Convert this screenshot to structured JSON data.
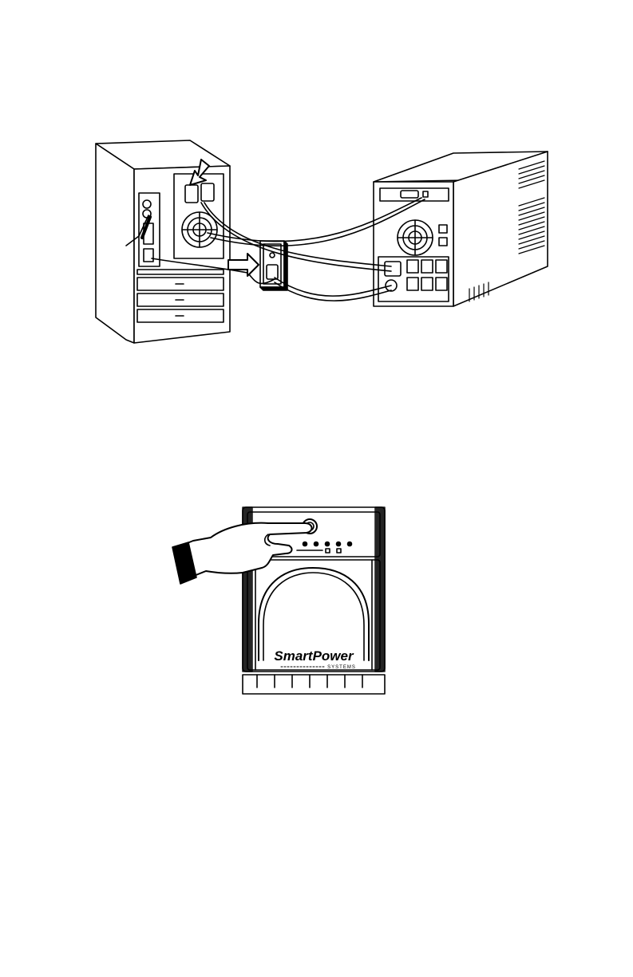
{
  "figures": {
    "connection": {
      "icons": [
        "computer-tower",
        "wall-outlet",
        "ups-unit",
        "arrow-right",
        "arrow-down"
      ]
    },
    "power_on": {
      "brand": {
        "name": "SmartPower",
        "tagline": "SYSTEMS"
      },
      "icons": [
        "hand",
        "power-button",
        "led-indicator",
        "ups-front"
      ]
    }
  }
}
